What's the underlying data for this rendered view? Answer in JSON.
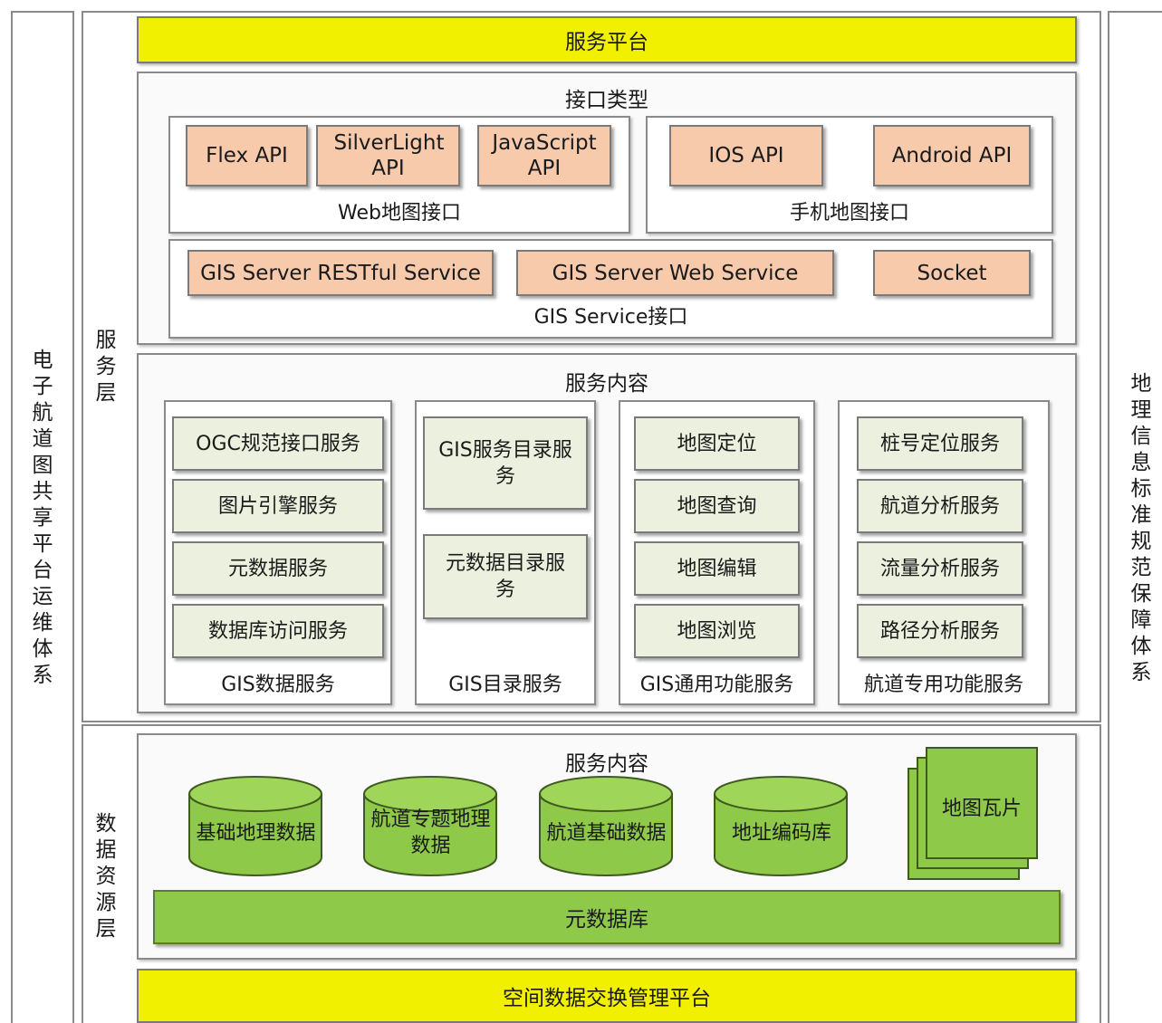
{
  "left_side_label": [
    "电",
    "子",
    "航",
    "道",
    "图",
    "共",
    "享",
    "平",
    "台",
    "运",
    "维",
    "体",
    "系"
  ],
  "right_side_label": [
    "地",
    "理",
    "信",
    "息",
    "标",
    "准",
    "规",
    "范",
    "保",
    "障",
    "体",
    "系"
  ],
  "service_layer_label": [
    "服",
    "务",
    "层"
  ],
  "data_layer_label": [
    "数",
    "据",
    "资",
    "源",
    "层"
  ],
  "service_platform": "服务平台",
  "exchange_platform": "空间数据交换管理平台",
  "interface": {
    "title": "接口类型",
    "web": {
      "label": "Web地图接口",
      "items": [
        "Flex API",
        "SilverLight API",
        "JavaScript API"
      ]
    },
    "mobile": {
      "label": "手机地图接口",
      "items": [
        "IOS API",
        "Android API"
      ]
    },
    "gis_service": {
      "label": "GIS Service接口",
      "items": [
        "GIS Server RESTful Service",
        "GIS Server Web Service",
        "Socket"
      ]
    }
  },
  "service_content": {
    "title": "服务内容",
    "groups": [
      {
        "label": "GIS数据服务",
        "items": [
          "OGC规范接口服务",
          "图片引擎服务",
          "元数据服务",
          "数据库访问服务"
        ]
      },
      {
        "label": "GIS目录服务",
        "items": [
          "GIS服务目录服务",
          "元数据目录服务"
        ]
      },
      {
        "label": "GIS通用功能服务",
        "items": [
          "地图定位",
          "地图查询",
          "地图编辑",
          "地图浏览"
        ]
      },
      {
        "label": "航道专用功能服务",
        "items": [
          "桩号定位服务",
          "航道分析服务",
          "流量分析服务",
          "路径分析服务"
        ]
      }
    ]
  },
  "data_content": {
    "title": "服务内容",
    "databases": [
      "基础地理数据",
      "航道专题地理数据",
      "航道基础数据",
      "地址编码库"
    ],
    "tiles": "地图瓦片",
    "metadata_db": "元数据库"
  }
}
